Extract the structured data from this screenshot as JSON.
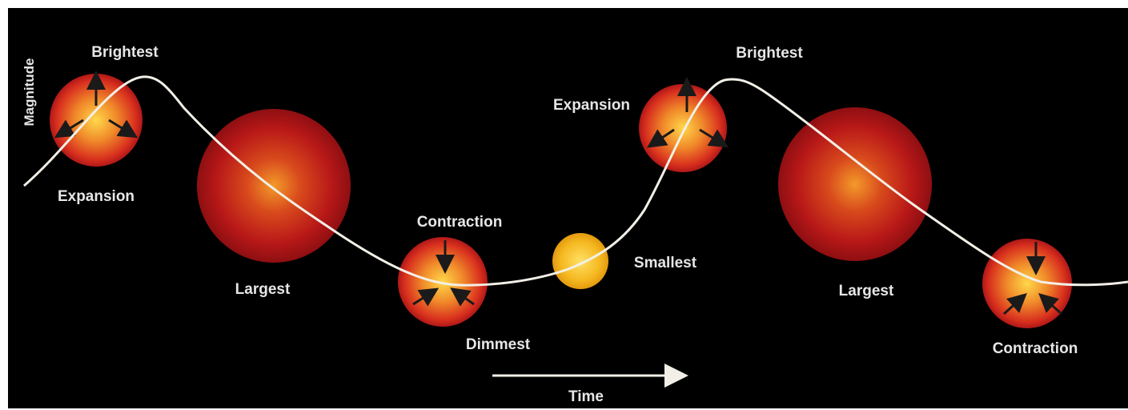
{
  "axis": {
    "y_label": "Magnitude",
    "x_label": "Time"
  },
  "labels": {
    "brightest_1": "Brightest",
    "expansion_1": "Expansion",
    "largest_1": "Largest",
    "contraction_1": "Contraction",
    "dimmest": "Dimmest",
    "smallest": "Smallest",
    "expansion_2": "Expansion",
    "brightest_2": "Brightest",
    "largest_2": "Largest",
    "contraction_2": "Contraction"
  },
  "colors": {
    "background": "#000000",
    "curve": "#f2efe6",
    "star_core": "#ffd23a",
    "star_edge": "#c0141a",
    "text": "#e6e6e6"
  },
  "stars": [
    {
      "phase": "expansion",
      "state": "brightest"
    },
    {
      "phase": "largest",
      "state": "largest"
    },
    {
      "phase": "contraction",
      "state": "dimmest"
    },
    {
      "phase": "smallest",
      "state": "smallest"
    },
    {
      "phase": "expansion",
      "state": "brightest"
    },
    {
      "phase": "largest",
      "state": "largest"
    },
    {
      "phase": "contraction",
      "state": "dimmest"
    }
  ]
}
